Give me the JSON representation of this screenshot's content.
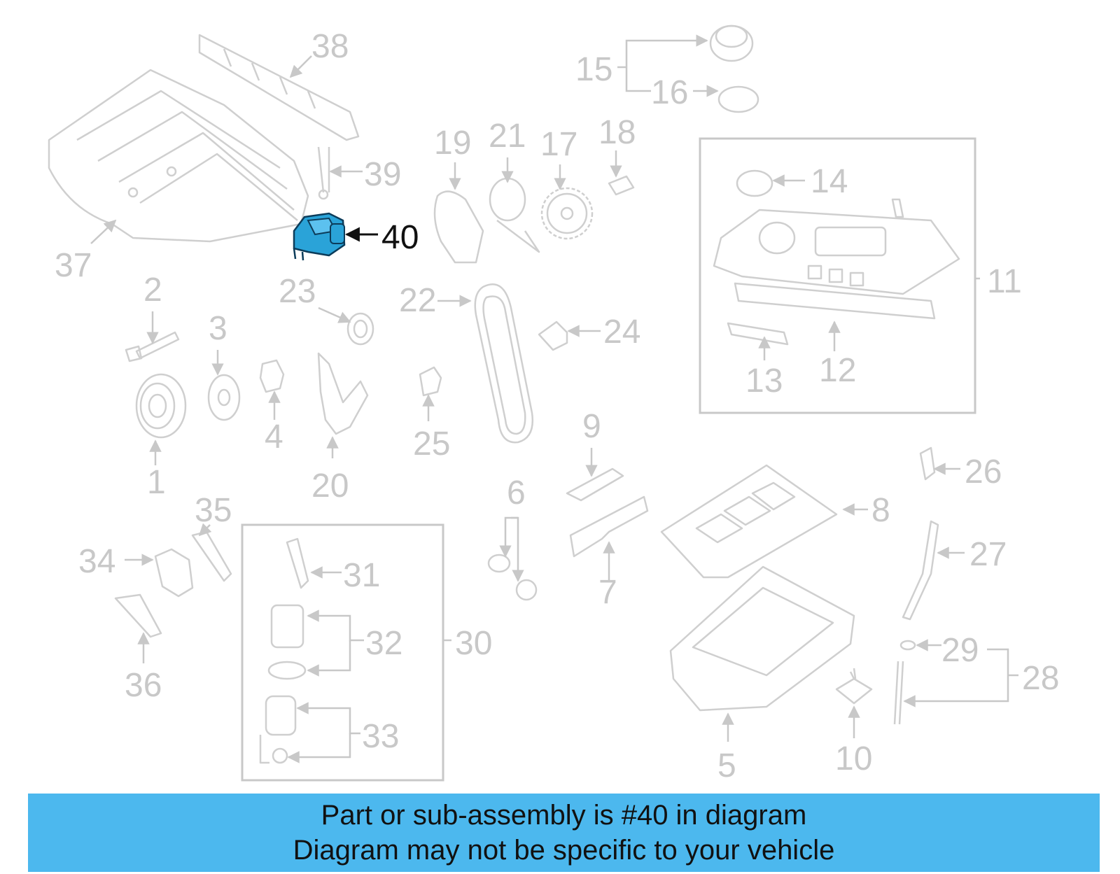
{
  "diagram": {
    "callouts": [
      "1",
      "2",
      "3",
      "4",
      "5",
      "6",
      "7",
      "8",
      "9",
      "10",
      "11",
      "12",
      "13",
      "14",
      "15",
      "16",
      "17",
      "18",
      "19",
      "20",
      "21",
      "22",
      "23",
      "24",
      "25",
      "26",
      "27",
      "28",
      "29",
      "30",
      "31",
      "32",
      "33",
      "34",
      "35",
      "36",
      "37",
      "38",
      "39",
      "40"
    ],
    "highlighted_part": "40",
    "highlight_color": "#2aa3d8",
    "line_color": "#c8c8c8"
  },
  "banner": {
    "line1": "Part or sub-assembly is #40 in diagram",
    "line2": "Diagram may not be specific to your vehicle",
    "background": "#4cb8ee"
  }
}
